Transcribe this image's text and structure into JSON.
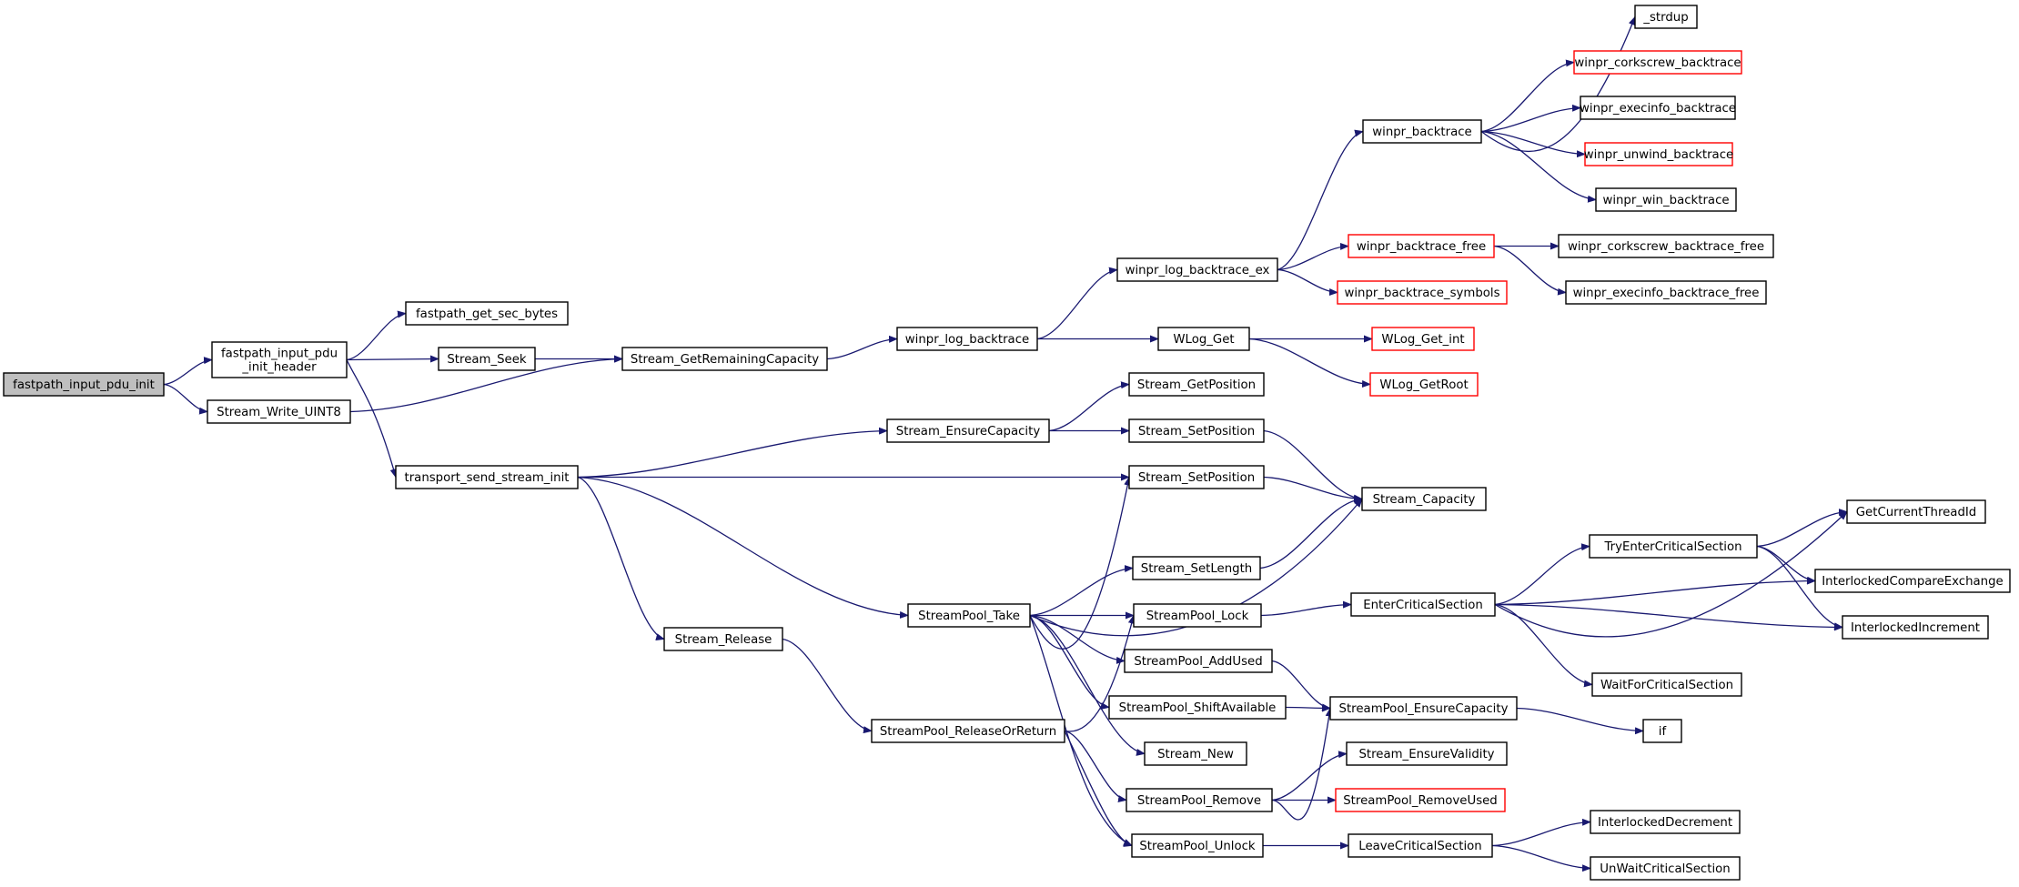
{
  "diagram": {
    "type": "call-graph",
    "colors": {
      "edge": "#191970",
      "node_border": "#000000",
      "node_border_truncated": "#ff0000",
      "root_fill": "#bfbfbf",
      "node_fill": "#ffffff"
    },
    "nodes": [
      {
        "id": "n0",
        "label": "fastpath_input_pdu_init",
        "root": true
      },
      {
        "id": "n1",
        "label": "fastpath_input_pdu\n_init_header"
      },
      {
        "id": "n2",
        "label": "fastpath_get_sec_bytes"
      },
      {
        "id": "n3",
        "label": "Stream_Seek"
      },
      {
        "id": "n4",
        "label": "Stream_GetRemainingCapacity"
      },
      {
        "id": "n5",
        "label": "winpr_log_backtrace"
      },
      {
        "id": "n6",
        "label": "winpr_log_backtrace_ex"
      },
      {
        "id": "n7",
        "label": "winpr_backtrace"
      },
      {
        "id": "n8",
        "label": "_strdup"
      },
      {
        "id": "n9",
        "label": "winpr_corkscrew_backtrace",
        "truncated": true
      },
      {
        "id": "n10",
        "label": "winpr_execinfo_backtrace"
      },
      {
        "id": "n11",
        "label": "winpr_unwind_backtrace",
        "truncated": true
      },
      {
        "id": "n12",
        "label": "winpr_win_backtrace"
      },
      {
        "id": "n13",
        "label": "winpr_backtrace_free",
        "truncated": true
      },
      {
        "id": "n14",
        "label": "winpr_corkscrew_backtrace_free"
      },
      {
        "id": "n15",
        "label": "winpr_execinfo_backtrace_free"
      },
      {
        "id": "n16",
        "label": "winpr_backtrace_symbols",
        "truncated": true
      },
      {
        "id": "n17",
        "label": "WLog_Get"
      },
      {
        "id": "n18",
        "label": "WLog_Get_int",
        "truncated": true
      },
      {
        "id": "n19",
        "label": "WLog_GetRoot",
        "truncated": true
      },
      {
        "id": "n20",
        "label": "transport_send_stream_init"
      },
      {
        "id": "n21",
        "label": "Stream_EnsureCapacity"
      },
      {
        "id": "n22",
        "label": "Stream_GetPosition"
      },
      {
        "id": "n23",
        "label": "Stream_SetPosition"
      },
      {
        "id": "n24",
        "label": "Stream_Capacity"
      },
      {
        "id": "n25",
        "label": "Stream_SetPosition"
      },
      {
        "id": "n26",
        "label": "Stream_Release"
      },
      {
        "id": "n27",
        "label": "StreamPool_ReleaseOrReturn"
      },
      {
        "id": "n28",
        "label": "StreamPool_Lock"
      },
      {
        "id": "n29",
        "label": "EnterCriticalSection"
      },
      {
        "id": "n30",
        "label": "GetCurrentThreadId"
      },
      {
        "id": "n31",
        "label": "InterlockedCompareExchange"
      },
      {
        "id": "n32",
        "label": "InterlockedIncrement"
      },
      {
        "id": "n33",
        "label": "TryEnterCriticalSection"
      },
      {
        "id": "n34",
        "label": "WaitForCriticalSection"
      },
      {
        "id": "n35",
        "label": "StreamPool_Remove"
      },
      {
        "id": "n36",
        "label": "StreamPool_EnsureCapacity"
      },
      {
        "id": "n37",
        "label": "if"
      },
      {
        "id": "n38",
        "label": "Stream_EnsureValidity"
      },
      {
        "id": "n39",
        "label": "StreamPool_RemoveUsed",
        "truncated": true
      },
      {
        "id": "n40",
        "label": "StreamPool_Unlock"
      },
      {
        "id": "n41",
        "label": "LeaveCriticalSection"
      },
      {
        "id": "n42",
        "label": "InterlockedDecrement"
      },
      {
        "id": "n43",
        "label": "UnWaitCriticalSection"
      },
      {
        "id": "n44",
        "label": "StreamPool_Take"
      },
      {
        "id": "n45",
        "label": "Stream_SetLength"
      },
      {
        "id": "n46",
        "label": "StreamPool_AddUsed"
      },
      {
        "id": "n47",
        "label": "StreamPool_ShiftAvailable"
      },
      {
        "id": "n48",
        "label": "Stream_New"
      },
      {
        "id": "n49",
        "label": "Stream_Write_UINT8"
      }
    ],
    "edges": [
      [
        "n0",
        "n1"
      ],
      [
        "n0",
        "n49"
      ],
      [
        "n1",
        "n2"
      ],
      [
        "n1",
        "n3"
      ],
      [
        "n1",
        "n20"
      ],
      [
        "n3",
        "n4"
      ],
      [
        "n49",
        "n4"
      ],
      [
        "n4",
        "n5"
      ],
      [
        "n5",
        "n6"
      ],
      [
        "n5",
        "n17"
      ],
      [
        "n6",
        "n7"
      ],
      [
        "n6",
        "n13"
      ],
      [
        "n6",
        "n16"
      ],
      [
        "n7",
        "n8"
      ],
      [
        "n7",
        "n9"
      ],
      [
        "n7",
        "n10"
      ],
      [
        "n7",
        "n11"
      ],
      [
        "n7",
        "n12"
      ],
      [
        "n13",
        "n14"
      ],
      [
        "n13",
        "n15"
      ],
      [
        "n17",
        "n18"
      ],
      [
        "n17",
        "n19"
      ],
      [
        "n20",
        "n21"
      ],
      [
        "n20",
        "n25"
      ],
      [
        "n20",
        "n26"
      ],
      [
        "n20",
        "n44"
      ],
      [
        "n21",
        "n22"
      ],
      [
        "n21",
        "n23"
      ],
      [
        "n23",
        "n24"
      ],
      [
        "n25",
        "n24"
      ],
      [
        "n45",
        "n24"
      ],
      [
        "n44",
        "n24"
      ],
      [
        "n44",
        "n25"
      ],
      [
        "n44",
        "n45"
      ],
      [
        "n44",
        "n28"
      ],
      [
        "n44",
        "n46"
      ],
      [
        "n44",
        "n47"
      ],
      [
        "n44",
        "n48"
      ],
      [
        "n44",
        "n40"
      ],
      [
        "n26",
        "n27"
      ],
      [
        "n27",
        "n28"
      ],
      [
        "n27",
        "n35"
      ],
      [
        "n27",
        "n40"
      ],
      [
        "n28",
        "n29"
      ],
      [
        "n29",
        "n30"
      ],
      [
        "n29",
        "n31"
      ],
      [
        "n29",
        "n32"
      ],
      [
        "n29",
        "n33"
      ],
      [
        "n29",
        "n34"
      ],
      [
        "n33",
        "n30"
      ],
      [
        "n33",
        "n31"
      ],
      [
        "n33",
        "n32"
      ],
      [
        "n46",
        "n36"
      ],
      [
        "n47",
        "n36"
      ],
      [
        "n36",
        "n37"
      ],
      [
        "n35",
        "n36"
      ],
      [
        "n35",
        "n38"
      ],
      [
        "n35",
        "n39"
      ],
      [
        "n40",
        "n41"
      ],
      [
        "n41",
        "n42"
      ],
      [
        "n41",
        "n43"
      ]
    ]
  }
}
